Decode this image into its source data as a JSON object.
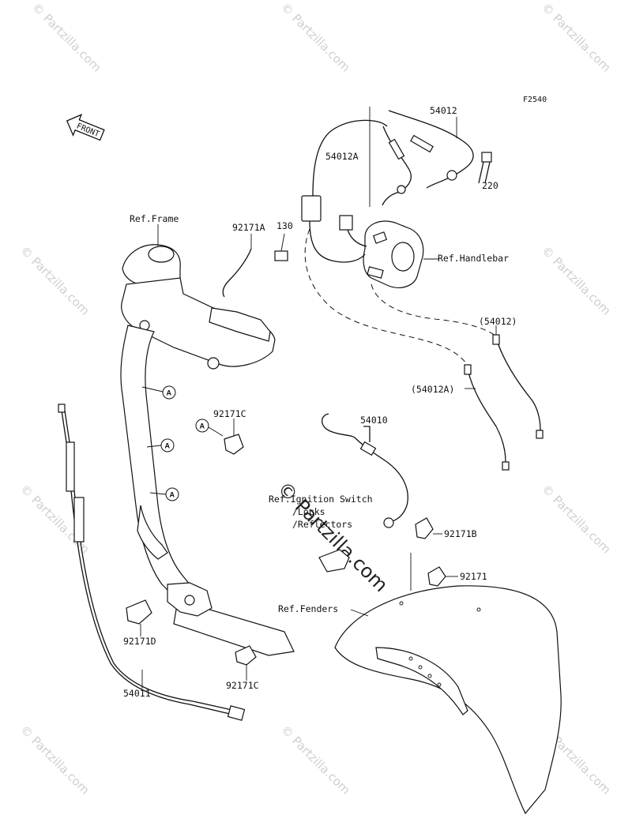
{
  "figure_code": "F2540",
  "front_label": "FRONT",
  "part_labels": {
    "p54012": "54012",
    "p54012a": "54012A",
    "p220": "220",
    "p92171a": "92171A",
    "p130": "130",
    "p54012_paren": "(54012)",
    "p54012a_paren": "(54012A)",
    "p92171c_top": "92171C",
    "p54010": "54010",
    "p92171b": "92171B",
    "p92171": "92171",
    "p92171d": "92171D",
    "p92171c_bottom": "92171C",
    "p54011": "54011"
  },
  "reference_labels": {
    "frame": "Ref.Frame",
    "handlebar": "Ref.Handlebar",
    "ignition_line1": "Ref.Ignition Switch",
    "ignition_line2": "/Locks",
    "ignition_line3": "/Reflectors",
    "fenders": "Ref.Fenders"
  },
  "callout_marker": "A",
  "watermark": {
    "small": "© Partzilla.com",
    "center": "© Partzilla.com"
  }
}
